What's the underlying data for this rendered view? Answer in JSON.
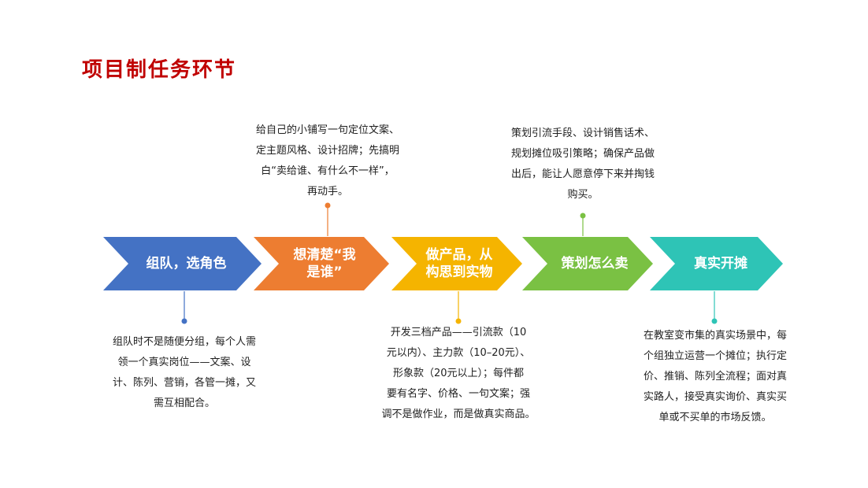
{
  "title": "项目制任务环节",
  "steps": [
    {
      "label": "组队，选角色",
      "color": "#4472c4"
    },
    {
      "label": "想清楚“我\n是谁”",
      "color": "#ed7d31"
    },
    {
      "label": "做产品，从\n构思到实物",
      "color": "#f5b400"
    },
    {
      "label": "策划怎么卖",
      "color": "#7ac143"
    },
    {
      "label": "真实开摊",
      "color": "#2ec4b6"
    }
  ],
  "descriptions": [
    {
      "text": "组队时不是随便分组，每个人需\n领一个真实岗位——文案、设\n计、陈列、营销，各管一摊，又\n需互相配合。",
      "position": "below"
    },
    {
      "text": "给自己的小铺写一句定位文案、\n定主题风格、设计招牌；先搞明\n白“卖给谁、有什么不一样”，\n再动手。",
      "position": "above"
    },
    {
      "text": "开发三档产品——引流款（10\n元以内）、主力款（10–20元）、\n形象款（20元以上）；每件都\n要有名字、价格、一句文案；强\n调不是做作业，而是做真实商品。",
      "position": "below"
    },
    {
      "text": "策划引流手段、设计销售话术、\n规划摊位吸引策略；确保产品做\n出后，能让人愿意停下来并掏钱\n购买。",
      "position": "above"
    },
    {
      "text": "在教室变市集的真实场景中，每\n个组独立运营一个摊位；执行定\n价、推销、陈列全流程；面对真\n实路人，接受真实询价、真实买\n单或不买单的市场反馈。",
      "position": "below"
    }
  ]
}
